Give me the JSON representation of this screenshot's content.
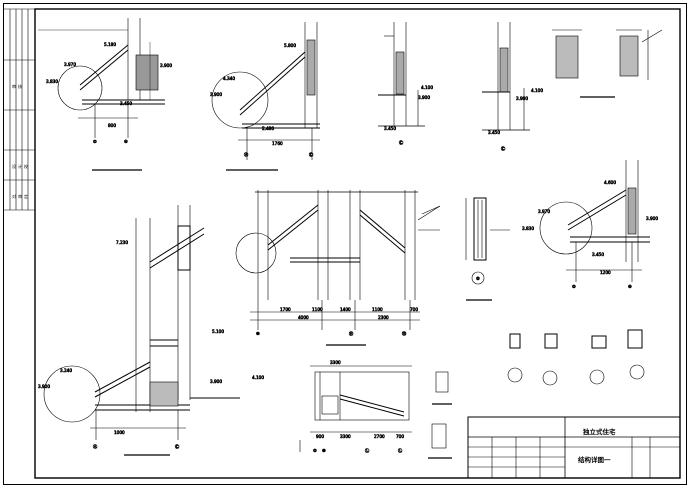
{
  "title_block": {
    "project_name": "独立式住宅",
    "drawing_title": "结构详图一"
  },
  "side_strip": {
    "labels": [
      "审",
      "核",
      "设",
      "计",
      "校",
      "对",
      "审",
      "定"
    ]
  },
  "elevations": {
    "d1": [
      "5.180",
      "3.970",
      "3.830",
      "3.900",
      "3.450"
    ],
    "d2": [
      "5.800",
      "4.340",
      "3.900",
      "2.480"
    ],
    "d3": [
      "4.100",
      "3.900",
      "3.450"
    ],
    "d4": [
      "4.100",
      "3.900",
      "3.450"
    ],
    "d5": [
      "4.600",
      "3.970",
      "3.830",
      "3.900",
      "3.450"
    ],
    "d6": [
      "7.230",
      "5.100",
      "3.900",
      "3.900",
      "4.100",
      "3.240"
    ]
  },
  "dimensions": {
    "d1": [
      "800"
    ],
    "d2": [
      "1760"
    ],
    "d5": [
      "1200"
    ],
    "d6": [
      "1000"
    ],
    "elev_top": [
      "1700",
      "1100",
      "1400",
      "1100",
      "700"
    ],
    "elev_total": [
      "4000",
      "2300"
    ],
    "plan_top": [
      "3300"
    ],
    "plan_bottom": [
      "900",
      "3300",
      "2700",
      "700"
    ]
  },
  "axis_labels": {
    "d1": [
      "②",
      "④"
    ],
    "d2": [
      "Ⓐ",
      "Ⓒ"
    ],
    "d3": [
      "Ⓒ"
    ],
    "d4": [
      "Ⓒ"
    ],
    "d5": [
      "②",
      "④"
    ],
    "d6": [
      "Ⓐ",
      "Ⓒ"
    ],
    "elev": [
      "⑩",
      "⑪",
      "⑫"
    ],
    "plan": [
      "②",
      "⑩",
      "Ⓛ",
      "Ⓛ"
    ],
    "detail": [
      "③"
    ]
  }
}
